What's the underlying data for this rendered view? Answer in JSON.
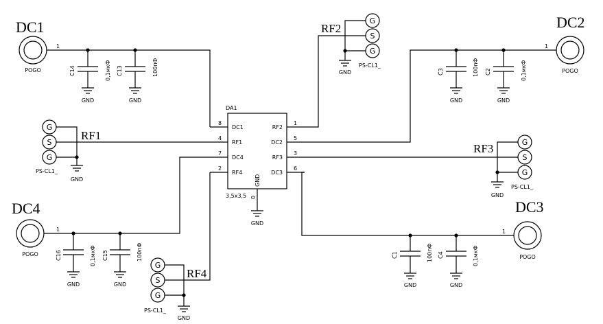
{
  "chip": {
    "ref": "DA1",
    "package": "3,5x3,5",
    "pins": [
      {
        "num": "8",
        "name": "DC1"
      },
      {
        "num": "4",
        "name": "RF1"
      },
      {
        "num": "7",
        "name": "DC4"
      },
      {
        "num": "2",
        "name": "RF4"
      },
      {
        "num": "1",
        "name": "RF2"
      },
      {
        "num": "5",
        "name": "DC2"
      },
      {
        "num": "3",
        "name": "RF3"
      },
      {
        "num": "6",
        "name": "DC3"
      },
      {
        "num": "0",
        "name": "GND"
      }
    ]
  },
  "pogo": [
    {
      "ref": "DC1",
      "pin": "1",
      "type": "POGO"
    },
    {
      "ref": "DC2",
      "pin": "1",
      "type": "POGO"
    },
    {
      "ref": "DC3",
      "pin": "1",
      "type": "POGO"
    },
    {
      "ref": "DC4",
      "pin": "1",
      "type": "POGO"
    }
  ],
  "rf_connectors": [
    {
      "ref": "RF1",
      "type": "PS-CL1_",
      "pins": [
        "G",
        "S",
        "G"
      ]
    },
    {
      "ref": "RF2",
      "type": "PS-CL1_",
      "pins": [
        "G",
        "S",
        "G"
      ]
    },
    {
      "ref": "RF3",
      "type": "PS-CL1_",
      "pins": [
        "G",
        "S",
        "G"
      ]
    },
    {
      "ref": "RF4",
      "type": "PS-CL1_",
      "pins": [
        "G",
        "S",
        "G"
      ]
    }
  ],
  "capacitors": [
    {
      "ref": "C14",
      "value": "0,1мкФ"
    },
    {
      "ref": "C13",
      "value": "100пФ"
    },
    {
      "ref": "C3",
      "value": "100пФ"
    },
    {
      "ref": "C2",
      "value": "0,1мкФ"
    },
    {
      "ref": "C16",
      "value": "0,1мкФ"
    },
    {
      "ref": "C15",
      "value": "100пФ"
    },
    {
      "ref": "C1",
      "value": "100пФ"
    },
    {
      "ref": "C4",
      "value": "0,1мкФ"
    }
  ],
  "ground_label": "GND"
}
